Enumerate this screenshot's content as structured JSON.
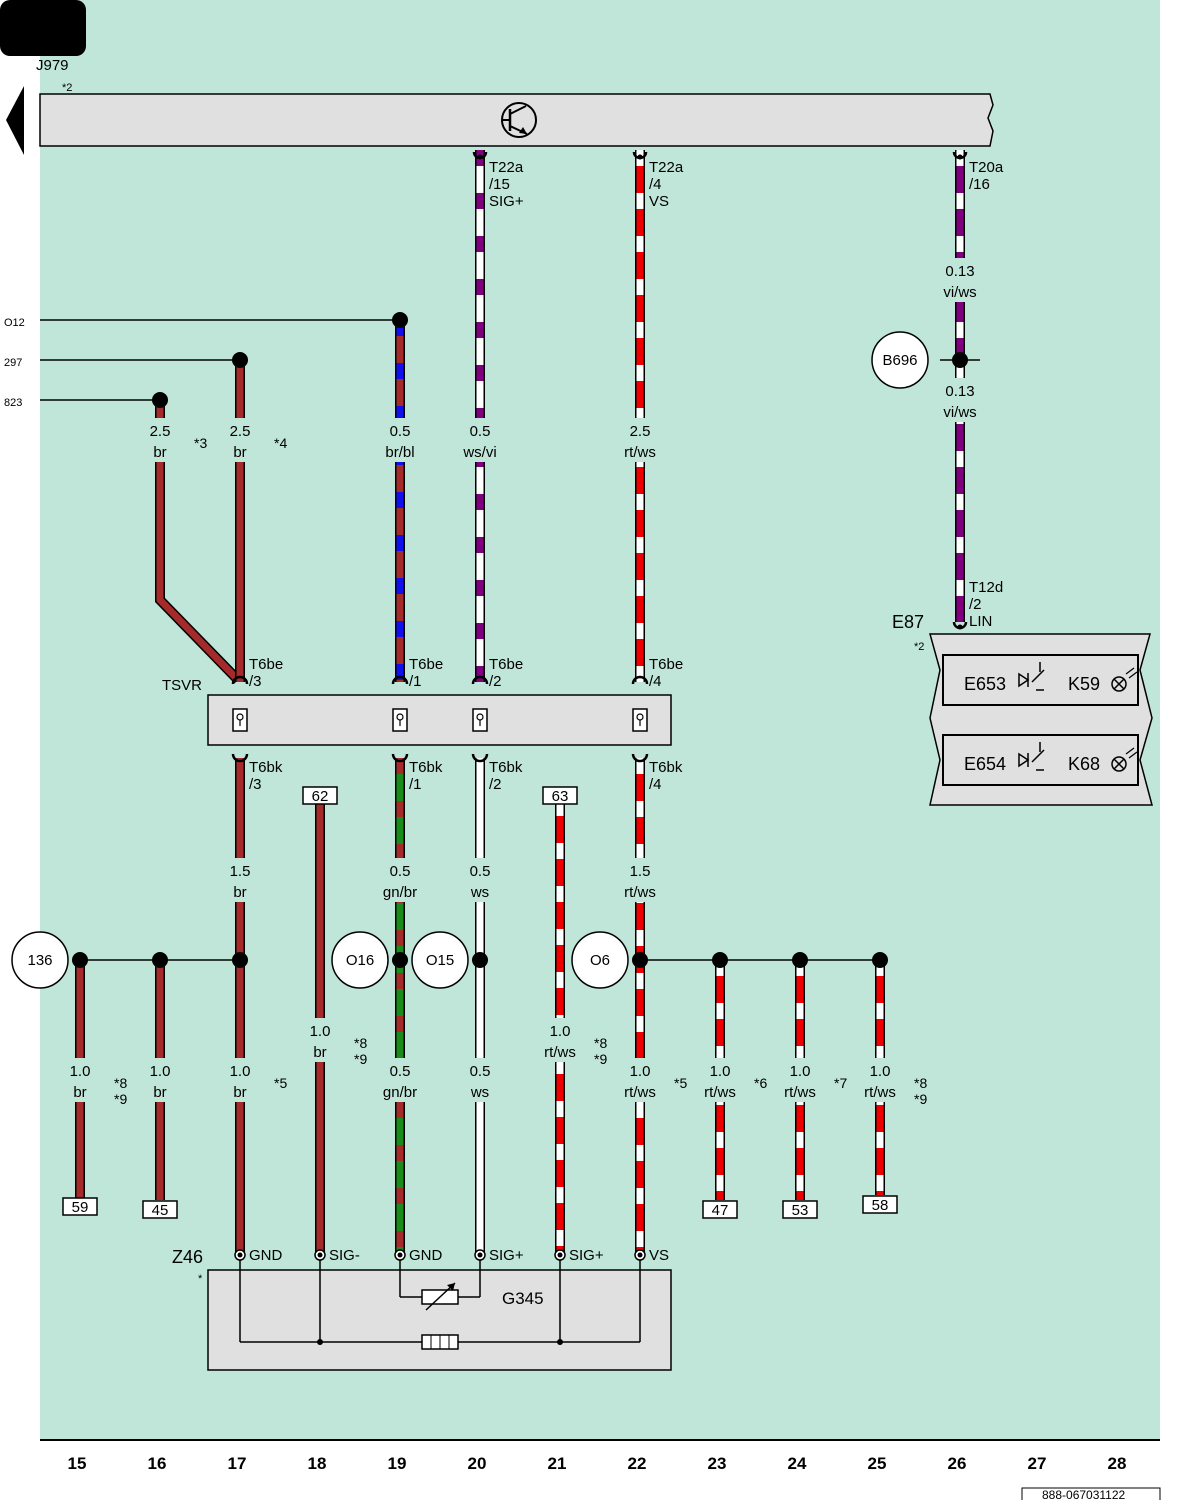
{
  "colors": {
    "background": "#bfe6d9",
    "component_fill": "#e0e0e0",
    "br": "#a52a2a",
    "bl": "#1010ee",
    "vi": "#800080",
    "ws": "#ffffff",
    "rt": "#ee0000",
    "gn": "#1a8c1a"
  },
  "header": {
    "control_unit": "J979",
    "control_unit_note": "*2"
  },
  "incoming": [
    {
      "label": "O12"
    },
    {
      "label": "297"
    },
    {
      "label": "823"
    }
  ],
  "j979_pins": [
    {
      "line1": "T22a",
      "line2": "/15",
      "line3": "SIG+"
    },
    {
      "line1": "T22a",
      "line2": "/4",
      "line3": "VS"
    },
    {
      "line1": "T20a",
      "line2": "/16",
      "line3": ""
    }
  ],
  "wires_upper": [
    {
      "size": "2.5",
      "color": "br",
      "note": "*3"
    },
    {
      "size": "2.5",
      "color": "br",
      "note": "*4"
    },
    {
      "size": "0.5",
      "color": "br/bl",
      "note": ""
    },
    {
      "size": "0.5",
      "color": "ws/vi",
      "note": ""
    },
    {
      "size": "2.5",
      "color": "rt/ws",
      "note": ""
    }
  ],
  "lin_wire": {
    "size_a": "0.13",
    "color_a": "vi/ws",
    "size_b": "0.13",
    "color_b": "vi/ws",
    "splice": "B696",
    "pin_line1": "T12d",
    "pin_line2": "/2",
    "pin_line3": "LIN"
  },
  "e87": {
    "label": "E87",
    "note": "*2",
    "row1": {
      "switch": "E653",
      "lamp": "K59"
    },
    "row2": {
      "switch": "E654",
      "lamp": "K68"
    }
  },
  "tsvr": {
    "label": "TSVR",
    "top_pins": [
      {
        "line1": "T6be",
        "line2": "/3"
      },
      {
        "line1": "T6be",
        "line2": "/1"
      },
      {
        "line1": "T6be",
        "line2": "/2"
      },
      {
        "line1": "T6be",
        "line2": "/4"
      }
    ],
    "bottom_pins": [
      {
        "line1": "T6bk",
        "line2": "/3"
      },
      {
        "line1": "T6bk",
        "line2": "/1"
      },
      {
        "line1": "T6bk",
        "line2": "/2"
      },
      {
        "line1": "T6bk",
        "line2": "/4"
      }
    ]
  },
  "refs_top": [
    "62",
    "63"
  ],
  "wires_mid": [
    {
      "size": "1.5",
      "color": "br"
    },
    {
      "size": "0.5",
      "color": "gn/br"
    },
    {
      "size": "0.5",
      "color": "ws"
    },
    {
      "size": "1.5",
      "color": "rt/ws"
    }
  ],
  "splices": [
    "136",
    "O16",
    "O15",
    "O6"
  ],
  "wires_lower": [
    {
      "size": "1.0",
      "color": "br",
      "note": "*8\n*9"
    },
    {
      "size": "1.0",
      "color": "br",
      "note": ""
    },
    {
      "size": "1.0",
      "color": "br",
      "note": "*5"
    },
    {
      "size": "1.0",
      "color": "br",
      "note": "*8\n*9"
    },
    {
      "size": "0.5",
      "color": "gn/br",
      "note": ""
    },
    {
      "size": "0.5",
      "color": "ws",
      "note": ""
    },
    {
      "size": "1.0",
      "color": "rt/ws",
      "note": "*8\n*9"
    },
    {
      "size": "1.0",
      "color": "rt/ws",
      "note": "*5"
    },
    {
      "size": "1.0",
      "color": "rt/ws",
      "note": "*6"
    },
    {
      "size": "1.0",
      "color": "rt/ws",
      "note": "*7"
    },
    {
      "size": "1.0",
      "color": "rt/ws",
      "note": "*8\n*9"
    }
  ],
  "refs_bottom": [
    "59",
    "45",
    "47",
    "53",
    "58"
  ],
  "z46": {
    "label": "Z46",
    "note": "*",
    "sensor": "G345",
    "pins": [
      "GND",
      "SIG-",
      "GND",
      "SIG+",
      "SIG+",
      "VS"
    ]
  },
  "columns": [
    "15",
    "16",
    "17",
    "18",
    "19",
    "20",
    "21",
    "22",
    "23",
    "24",
    "25",
    "26",
    "27",
    "28"
  ],
  "footer_code": "888-067031122"
}
